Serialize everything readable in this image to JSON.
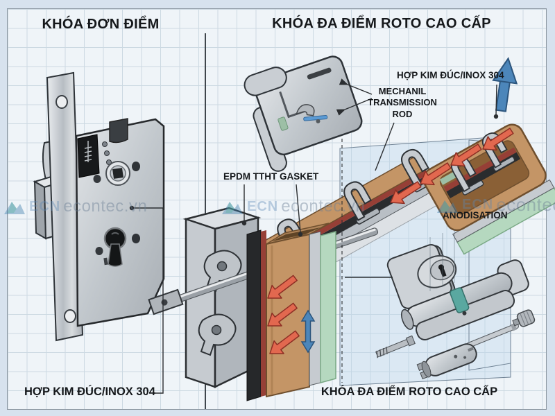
{
  "left_panel": {
    "title": "KHÓA ĐƠN ĐIỂM",
    "caption": "HỢP KIM ĐÚC/INOX 304"
  },
  "right_panel": {
    "title": "KHÓA ĐA ĐIỂM ROTO CAO CẤP",
    "caption": "KHÓA ĐA ĐIỂM ROTO CAO CẤP",
    "labels": {
      "alloy": "HỢP KIM ĐÚC/INOX 304",
      "rod": "MECHANIL\nTRANSMISSION\nROD",
      "gasket": "EPDM TTHT GASKET",
      "anodisation": "ANODISATION"
    }
  },
  "watermark": {
    "logo": "ECN",
    "text": "econtec.vn"
  },
  "colors": {
    "paper": "#eff4f8",
    "grid_line": "#ccd9e2",
    "outer_margin": "#d7e2ee",
    "ink": "#15181b",
    "steel": "#c8cdd2",
    "profile_tan": "#c49566",
    "gasket_green": "#b5d8bf",
    "seal_maroon": "#963f36",
    "flow_arrow_red": "#e2684f",
    "direction_arrow_blue": "#4c86ba"
  },
  "icons": {
    "up-arrow-icon": "⬆",
    "double-arrow-icon": "↕",
    "flow-arrow-icon": "⬉"
  }
}
